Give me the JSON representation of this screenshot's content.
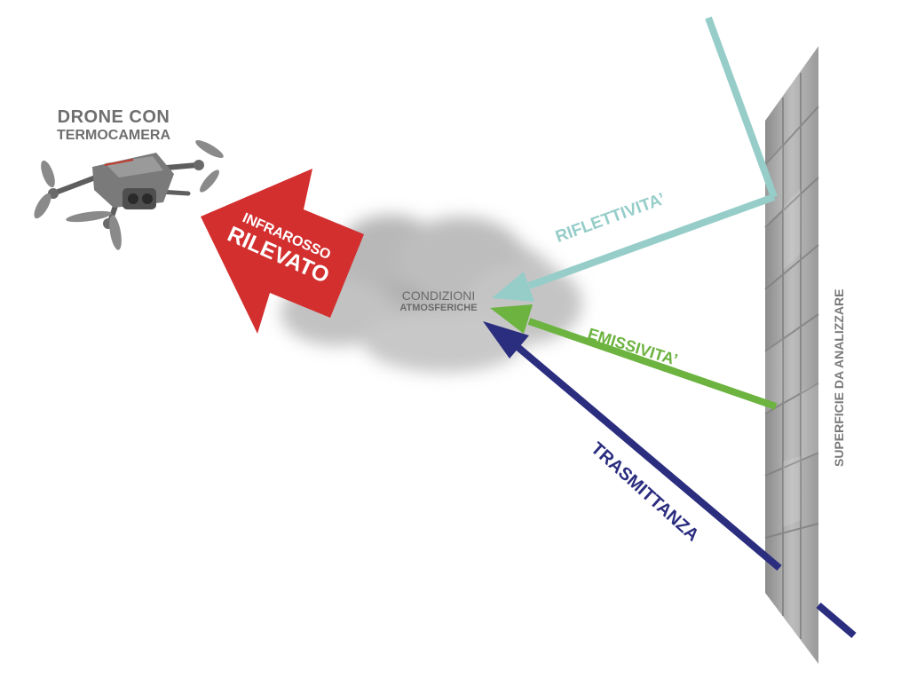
{
  "drone": {
    "title_line1": "DRONE CON",
    "title_line2": "TERMOCAMERA",
    "icon": "drone-icon"
  },
  "infrared": {
    "line1": "INFRAROSSO",
    "line2": "RILEVATO",
    "color": "#d32f2f"
  },
  "atmosphere": {
    "line1": "CONDIZIONI",
    "line2": "ATMOSFERICHE",
    "icon": "cloud-icon"
  },
  "rays": {
    "reflectivity": {
      "label": "RIFLETTIVITA’",
      "color": "#96cdc9"
    },
    "emissivity": {
      "label": "EMISSIVITA’",
      "color": "#6cb33f"
    },
    "transmittance": {
      "label": "TRASMITTANZA",
      "color": "#2b2d7f"
    }
  },
  "surface": {
    "label": "SUPERFICIE DA ANALIZZARE",
    "icon": "concrete-wall-icon"
  }
}
